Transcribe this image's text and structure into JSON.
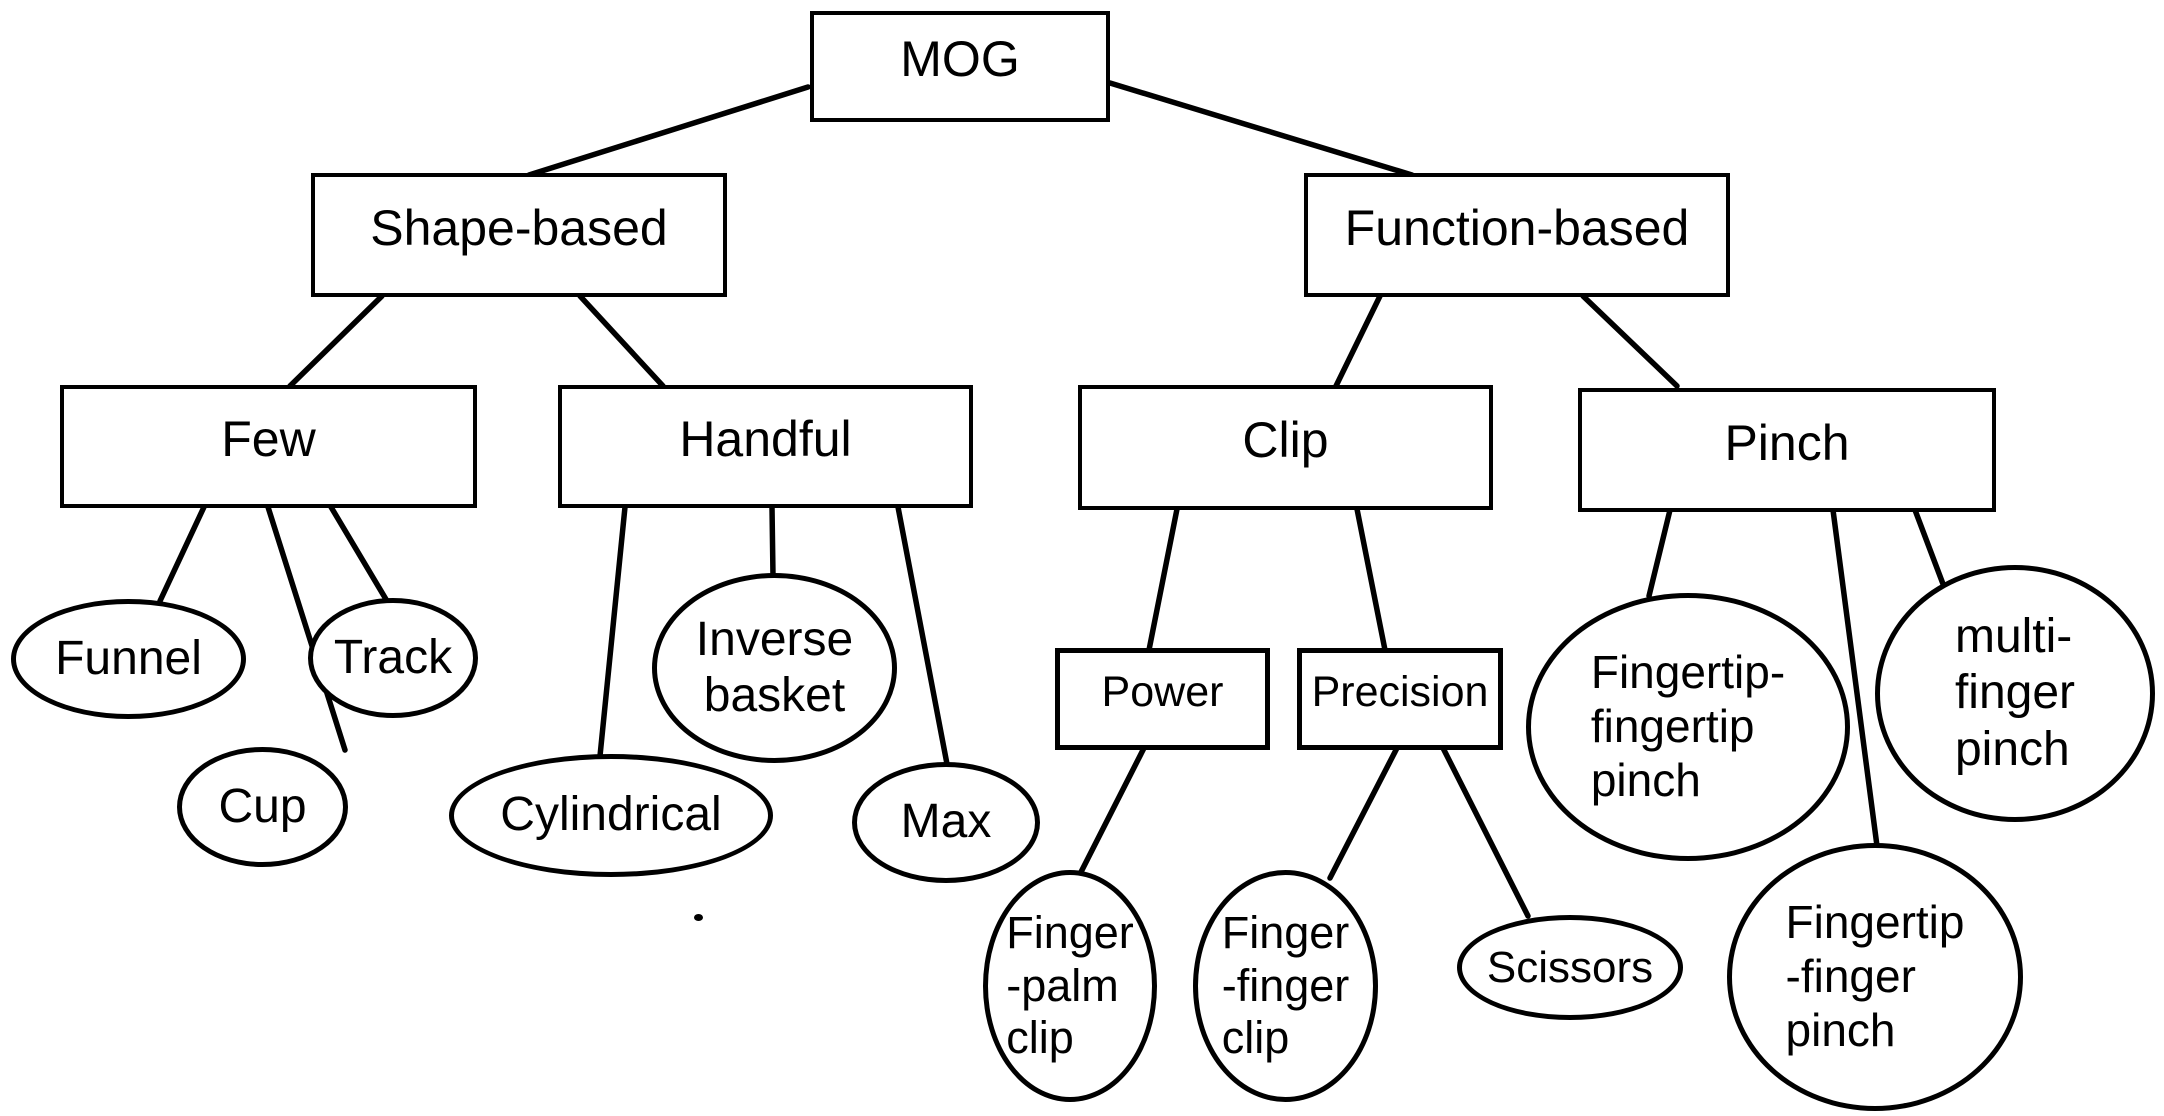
{
  "diagram": {
    "background_color": "#ffffff",
    "stroke_color": "#000000",
    "root_label": "MOG",
    "nodes": [
      {
        "id": "mog",
        "label": "MOG",
        "shape": "rect",
        "emphasis": false,
        "lines": [
          "MOG"
        ]
      },
      {
        "id": "shape-based",
        "label": "Shape-based",
        "shape": "rect",
        "emphasis": false,
        "lines": [
          "Shape-based"
        ]
      },
      {
        "id": "function-based",
        "label": "Function-based",
        "shape": "rect",
        "emphasis": false,
        "lines": [
          "Function-based"
        ]
      },
      {
        "id": "few",
        "label": "Few",
        "shape": "rect",
        "emphasis": false,
        "lines": [
          "Few"
        ]
      },
      {
        "id": "handful",
        "label": "Handful",
        "shape": "rect",
        "emphasis": false,
        "lines": [
          "Handful"
        ]
      },
      {
        "id": "clip",
        "label": "Clip",
        "shape": "rect",
        "emphasis": false,
        "lines": [
          "Clip"
        ]
      },
      {
        "id": "pinch",
        "label": "Pinch",
        "shape": "rect",
        "emphasis": false,
        "lines": [
          "Pinch"
        ]
      },
      {
        "id": "power",
        "label": "Power",
        "shape": "rect",
        "emphasis": true,
        "lines": [
          "Power"
        ]
      },
      {
        "id": "precision",
        "label": "Precision",
        "shape": "rect",
        "emphasis": true,
        "lines": [
          "Precision"
        ]
      },
      {
        "id": "funnel",
        "label": "Funnel",
        "shape": "ellipse",
        "emphasis": false,
        "lines": [
          "Funnel"
        ]
      },
      {
        "id": "cup",
        "label": "Cup",
        "shape": "ellipse",
        "emphasis": false,
        "lines": [
          "Cup"
        ]
      },
      {
        "id": "track",
        "label": "Track",
        "shape": "ellipse",
        "emphasis": false,
        "lines": [
          "Track"
        ]
      },
      {
        "id": "cylindrical",
        "label": "Cylindrical",
        "shape": "ellipse",
        "emphasis": false,
        "lines": [
          "Cylindrical"
        ]
      },
      {
        "id": "inverse-basket",
        "label": "Inverse basket",
        "shape": "ellipse",
        "emphasis": false,
        "lines": [
          "Inverse",
          "basket"
        ]
      },
      {
        "id": "max",
        "label": "Max",
        "shape": "ellipse",
        "emphasis": false,
        "lines": [
          "Max"
        ]
      },
      {
        "id": "finger-palm-clip",
        "label": "Finger-palm clip",
        "shape": "ellipse",
        "emphasis": false,
        "align": "left",
        "lines": [
          "Finger",
          "-palm",
          "clip"
        ]
      },
      {
        "id": "finger-finger-clip",
        "label": "Finger-finger clip",
        "shape": "ellipse",
        "emphasis": false,
        "align": "left",
        "lines": [
          "Finger",
          "-finger",
          "clip"
        ]
      },
      {
        "id": "scissors",
        "label": "Scissors",
        "shape": "ellipse",
        "emphasis": false,
        "lines": [
          "Scissors"
        ]
      },
      {
        "id": "fingertip-fingertip-pinch",
        "label": "Fingertip-fingertip pinch",
        "shape": "ellipse",
        "emphasis": false,
        "align": "left",
        "lines": [
          "Fingertip-",
          "fingertip",
          "pinch"
        ]
      },
      {
        "id": "multi-finger-pinch",
        "label": "multi-finger pinch",
        "shape": "ellipse",
        "emphasis": false,
        "align": "left",
        "lines": [
          "multi-",
          "finger",
          "pinch"
        ]
      },
      {
        "id": "fingertip-finger-pinch",
        "label": "Fingertip-finger pinch",
        "shape": "ellipse",
        "emphasis": false,
        "align": "left",
        "lines": [
          "Fingertip",
          "-finger",
          "pinch"
        ]
      }
    ],
    "edges": [
      {
        "from": "mog",
        "to": "shape-based"
      },
      {
        "from": "mog",
        "to": "function-based"
      },
      {
        "from": "shape-based",
        "to": "few"
      },
      {
        "from": "shape-based",
        "to": "handful"
      },
      {
        "from": "function-based",
        "to": "clip"
      },
      {
        "from": "function-based",
        "to": "pinch"
      },
      {
        "from": "few",
        "to": "funnel"
      },
      {
        "from": "few",
        "to": "cup"
      },
      {
        "from": "few",
        "to": "track"
      },
      {
        "from": "handful",
        "to": "cylindrical"
      },
      {
        "from": "handful",
        "to": "inverse-basket"
      },
      {
        "from": "handful",
        "to": "max"
      },
      {
        "from": "clip",
        "to": "power"
      },
      {
        "from": "clip",
        "to": "precision"
      },
      {
        "from": "power",
        "to": "finger-palm-clip"
      },
      {
        "from": "precision",
        "to": "finger-finger-clip"
      },
      {
        "from": "precision",
        "to": "scissors"
      },
      {
        "from": "pinch",
        "to": "fingertip-fingertip-pinch"
      },
      {
        "from": "pinch",
        "to": "fingertip-finger-pinch"
      },
      {
        "from": "pinch",
        "to": "multi-finger-pinch"
      }
    ]
  }
}
